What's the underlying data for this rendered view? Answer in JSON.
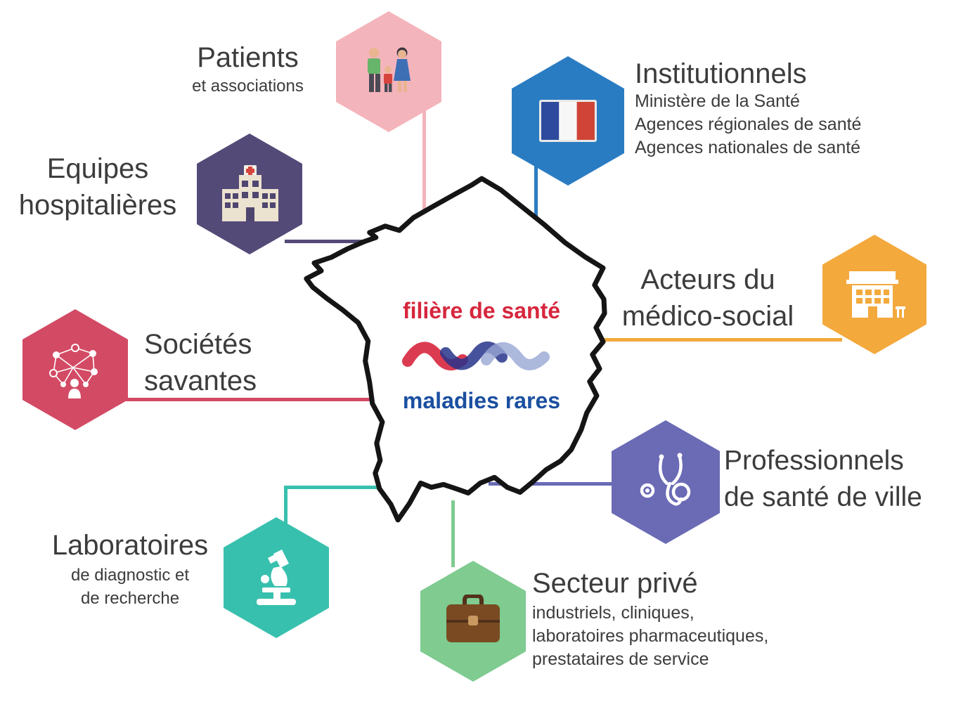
{
  "center": {
    "top_label": "filière de santé",
    "bottom_label": "maladies rares",
    "logo": "dna-ribbon-logo"
  },
  "nodes": {
    "patients": {
      "title": "Patients",
      "subtitle": "et associations",
      "icon": "family-icon",
      "color": "#f4b4bb"
    },
    "institutionnels": {
      "title": "Institutionnels",
      "details": [
        "Ministère de la Santé",
        "Agences régionales de santé",
        "Agences nationales de santé"
      ],
      "icon": "french-flag-icon",
      "color": "#2a7cc2"
    },
    "equipes": {
      "line1": "Equipes",
      "line2": "hospitalières",
      "icon": "hospital-icon",
      "color": "#544a78"
    },
    "acteurs": {
      "line1": "Acteurs du",
      "line2": "médico-social",
      "icon": "medico-social-building-icon",
      "color": "#f3a93c"
    },
    "societes": {
      "line1": "Sociétés",
      "line2": "savantes",
      "icon": "network-icon",
      "color": "#d34a64"
    },
    "professionnels": {
      "line1": "Professionnels",
      "line2": "de santé de ville",
      "icon": "stethoscope-icon",
      "color": "#6a6ab5"
    },
    "laboratoires": {
      "title": "Laboratoires",
      "details": [
        "de diagnostic et",
        "de recherche"
      ],
      "icon": "microscope-icon",
      "color": "#38c0ae"
    },
    "secteur": {
      "title": "Secteur privé",
      "details": [
        "industriels, cliniques,",
        "laboratoires pharmaceutiques,",
        "prestataires de service"
      ],
      "icon": "briefcase-icon",
      "color": "#7fcb90"
    }
  },
  "colors": {
    "text": "#3c3c3c",
    "logo_red": "#d7263d",
    "logo_blue": "#1b4fa0",
    "map_outline": "#151515"
  }
}
